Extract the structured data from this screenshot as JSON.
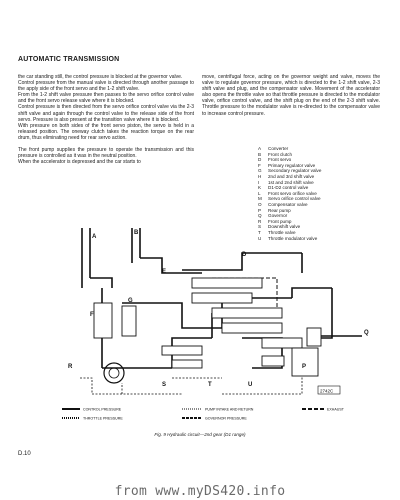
{
  "header": {
    "title": "AUTOMATIC TRANSMISSION"
  },
  "left_column": [
    "the car standing still, the control pressure is blocked at the governor valve.",
    "Control pressure from the manual valve is directed through another passage to the apply side of the front servo and the 1-2 shift valve.",
    "From the 1-2 shift valve pressure then passes to the servo orifice control valve and the front servo release valve where it is blocked.",
    "Control pressure is then directed from the servo orifice control valve via the 2-3 shift valve and again through the control valve to the release side of the front servo. Pressure is also present at the transition valve where it is blocked.",
    "With pressure on both sides of the front servo piston, the servo is held in a released position. The oneway clutch takes the reaction torque on the rear drum, thus eliminating need for rear servo action.",
    "",
    "The front pump supplies the pressure to operate the transmission and this pressure is controlled as it was in the neutral position.",
    "When the accelerator is depressed and the car starts to"
  ],
  "right_column": [
    "move, centrifugal force, acting on the governor weight and valve, moves the valve to regulate governor pressure, which is directed to the 1-2 shift valve, 2-3 shift valve and plug, and the compensator valve. Movement of the accelerator also opens the throttle valve so that throttle pressure is directed to the modulator valve, orifice control valve, and the shift plug on the end of the 2-3 shift valve. Throttle pressure to the modulator valve is re-directed to the compensator valve to increase control pressure."
  ],
  "legend": [
    {
      "letter": "A",
      "label": "Converter"
    },
    {
      "letter": "B",
      "label": "Front clutch"
    },
    {
      "letter": "D",
      "label": "Front servo"
    },
    {
      "letter": "F",
      "label": "Primary regulator valve"
    },
    {
      "letter": "G",
      "label": "Secondary regulator valve"
    },
    {
      "letter": "H",
      "label": "2nd and 3rd shift valve"
    },
    {
      "letter": "I",
      "label": "1st and 2nd shift valve"
    },
    {
      "letter": "K",
      "label": "D1-D2 control valve"
    },
    {
      "letter": "L",
      "label": "Front servo orifice valve"
    },
    {
      "letter": "M",
      "label": "Servo orifice control valve"
    },
    {
      "letter": "O",
      "label": "Compensator valve"
    },
    {
      "letter": "P",
      "label": "Rear pump"
    },
    {
      "letter": "Q",
      "label": "Governor"
    },
    {
      "letter": "R",
      "label": "Front pump"
    },
    {
      "letter": "S",
      "label": "Downshift valve"
    },
    {
      "letter": "T",
      "label": "Throttle valve"
    },
    {
      "letter": "U",
      "label": "Throttle modulator valve"
    }
  ],
  "diagram": {
    "labels": [
      "A",
      "B",
      "D",
      "E",
      "F",
      "G",
      "R",
      "S",
      "T",
      "U",
      "P",
      "Q"
    ],
    "key": [
      {
        "label": "CONTROL PRESSURE",
        "pattern": "solid"
      },
      {
        "label": "PUMP INTAKE AND RETURN",
        "pattern": "dotted"
      },
      {
        "label": "EXHAUST",
        "pattern": "dashed"
      },
      {
        "label": "THROTTLE PRESSURE",
        "pattern": "hatched"
      },
      {
        "label": "GOVERNOR PRESSURE",
        "pattern": "checkered"
      }
    ],
    "tag": "2742C"
  },
  "caption": "Fig. 9 Hydraulic circuit—2nd gear (D1 range)",
  "page_number": "D.10",
  "watermark": "from www.myDS420.info"
}
